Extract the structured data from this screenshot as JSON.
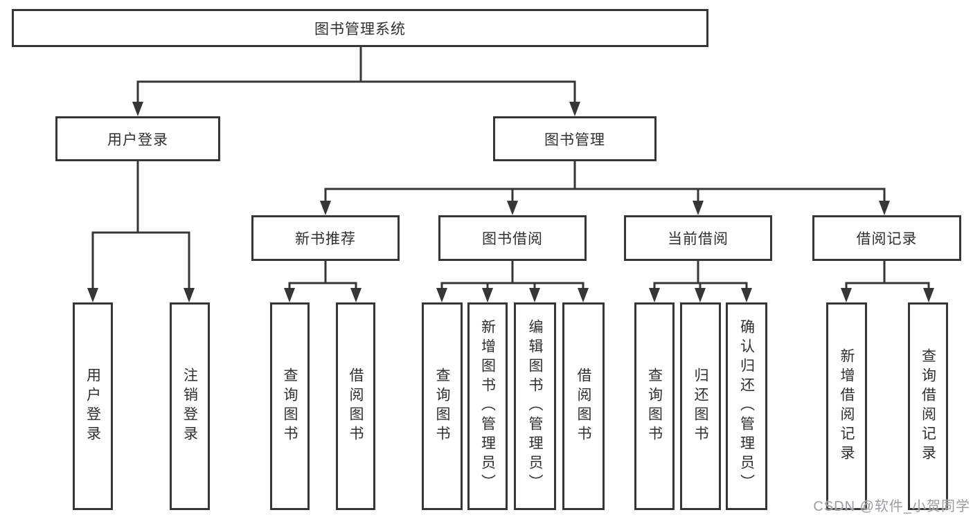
{
  "colors": {
    "line": "#363636",
    "box_border": "#363636",
    "watermark": "#9c9ca2"
  },
  "diagram": {
    "root": {
      "label": "图书管理系统"
    },
    "branches": [
      {
        "label": "用户登录"
      },
      {
        "label": "图书管理"
      }
    ],
    "modules": [
      {
        "label": "新书推荐"
      },
      {
        "label": "图书借阅"
      },
      {
        "label": "当前借阅"
      },
      {
        "label": "借阅记录"
      }
    ],
    "leaves": {
      "user_login": [
        "用户登录",
        "注销登录"
      ],
      "new_book_recommend": [
        "查询图书",
        "借阅图书"
      ],
      "book_borrow": [
        "查询图书",
        "新增图书（管理员）",
        "编辑图书（管理员）",
        "借阅图书"
      ],
      "current_borrow": [
        "查询图书",
        "归还图书",
        "确认归还（管理员）"
      ],
      "borrow_records": [
        "新增借阅记录",
        "查询借阅记录"
      ]
    }
  },
  "watermark": {
    "text": "CSDN @软件_小贺同学"
  }
}
